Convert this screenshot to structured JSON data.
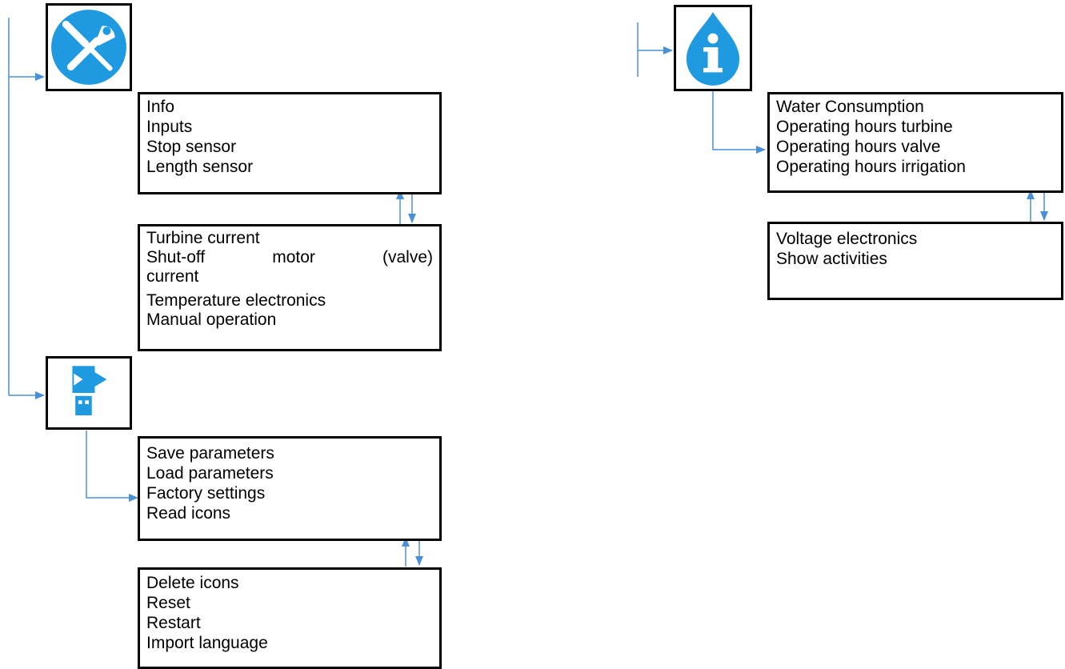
{
  "colors": {
    "accent": "#4a90d9",
    "icon_blue": "#1f9ae0",
    "border": "#000000"
  },
  "service_menu": {
    "icon": "wrench-screwdriver-icon",
    "page1": [
      "Info",
      "Inputs",
      "Stop sensor",
      "Length sensor"
    ],
    "page2": [
      "Turbine current",
      "Shut-off motor (valve)",
      "current",
      "Temperature electronics",
      "Manual operation"
    ]
  },
  "usb_menu": {
    "icon": "usb-export-icon",
    "page1": [
      "Save parameters",
      "Load parameters",
      "Factory settings",
      "Read icons"
    ],
    "page2": [
      "Delete icons",
      "Reset",
      "Restart",
      "Import language"
    ]
  },
  "info_menu": {
    "icon": "info-drop-icon",
    "page1": [
      "Water Consumption",
      "Operating hours turbine",
      "Operating hours valve",
      "Operating hours irrigation"
    ],
    "page2": [
      "Voltage electronics",
      "Show activities"
    ]
  }
}
